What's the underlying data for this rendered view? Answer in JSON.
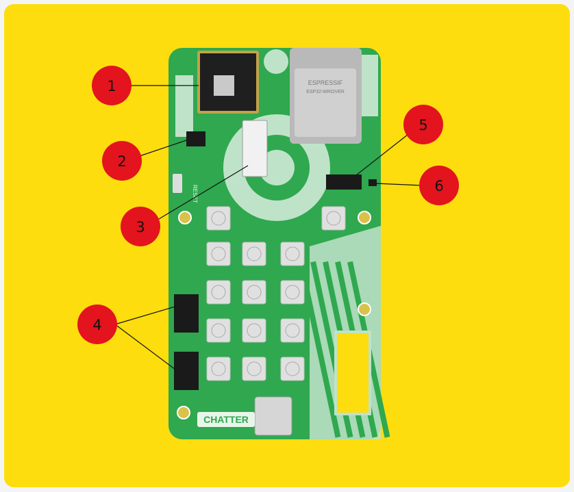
{
  "board": {
    "silkscreen_brand": "CHATTER",
    "reset_label": "RESET",
    "module_label_1": "ESPRESSIF",
    "module_label_2": "ESP32-WROVER"
  },
  "callouts": [
    {
      "number": "1"
    },
    {
      "number": "2"
    },
    {
      "number": "3"
    },
    {
      "number": "4"
    },
    {
      "number": "5"
    },
    {
      "number": "6"
    }
  ],
  "colors": {
    "background": "#fddd0e",
    "pcb": "#2fa84f",
    "pcb_pale": "#bfe3c9",
    "callout": "#e3141e",
    "chip": "#1a1a1a",
    "pad": "#d9c24a"
  }
}
